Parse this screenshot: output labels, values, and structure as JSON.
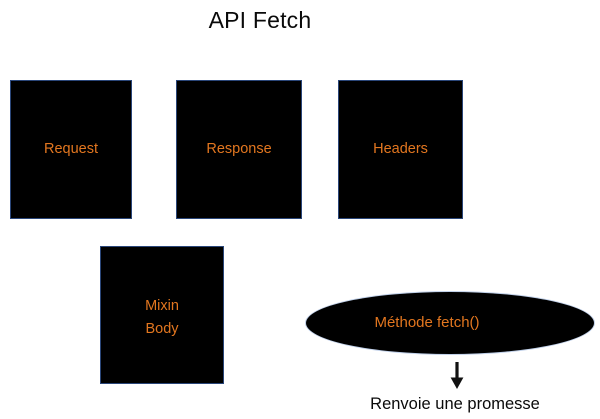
{
  "slide": {
    "title": "API Fetch",
    "background_color": "#ffffff",
    "title_color": "#0a0a0a"
  },
  "theme": {
    "shape_fill": "#000000",
    "shape_border": "#2a4679",
    "shape_text_color": "#e2761f",
    "caption_color": "#0a0a0a",
    "arrow_color": "#111111"
  },
  "shapes": {
    "boxes": [
      {
        "id": "request",
        "label": "Request"
      },
      {
        "id": "response",
        "label": "Response"
      },
      {
        "id": "headers",
        "label": "Headers"
      },
      {
        "id": "mixin",
        "label": "Mixin\nBody"
      }
    ],
    "ellipse": {
      "id": "methode-fetch",
      "label": "Méthode fetch()"
    }
  },
  "annotations": {
    "arrow": "arrow-down-icon",
    "caption": "Renvoie une promesse"
  }
}
